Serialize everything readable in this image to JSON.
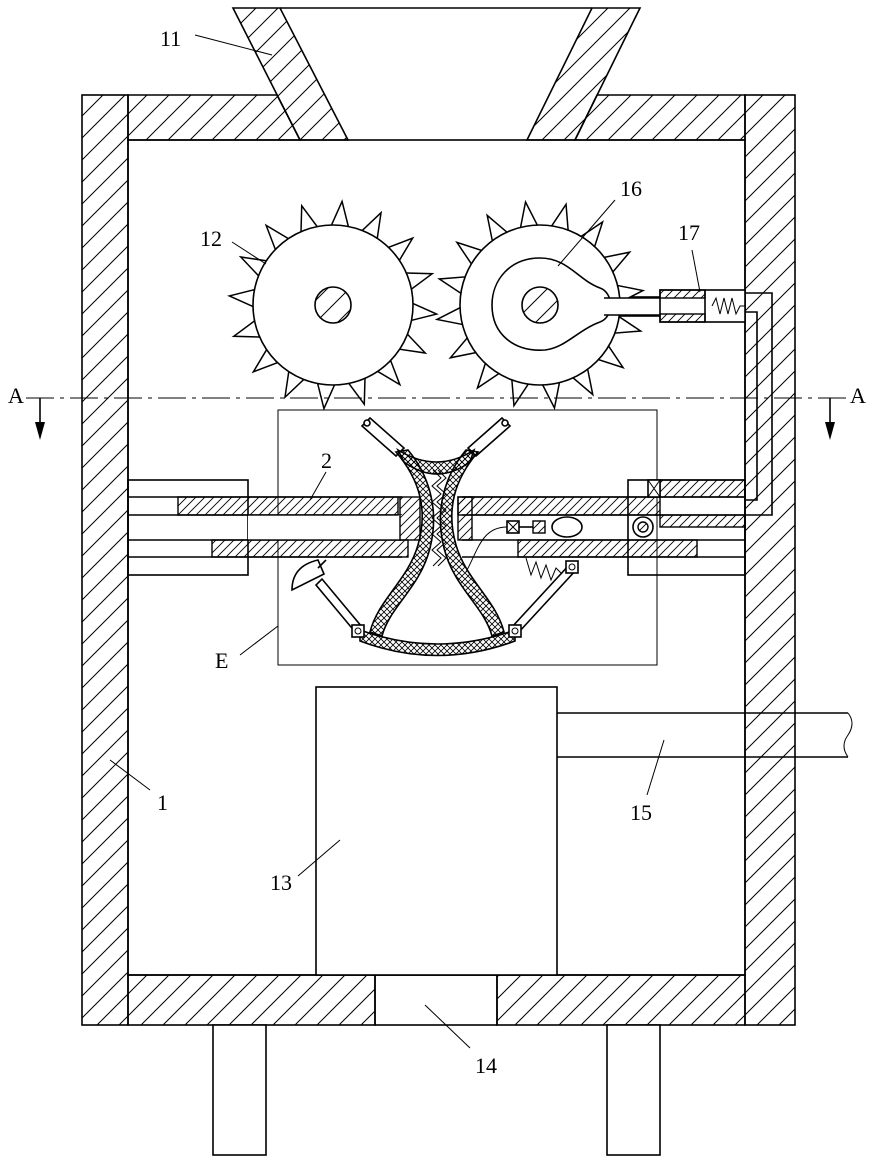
{
  "callouts": [
    "11",
    "12",
    "16",
    "17",
    "2",
    "E",
    "1",
    "13",
    "14",
    "15"
  ],
  "section_marks": [
    "A",
    "A"
  ],
  "colors": {
    "line": "#000000",
    "background": "#ffffff"
  }
}
